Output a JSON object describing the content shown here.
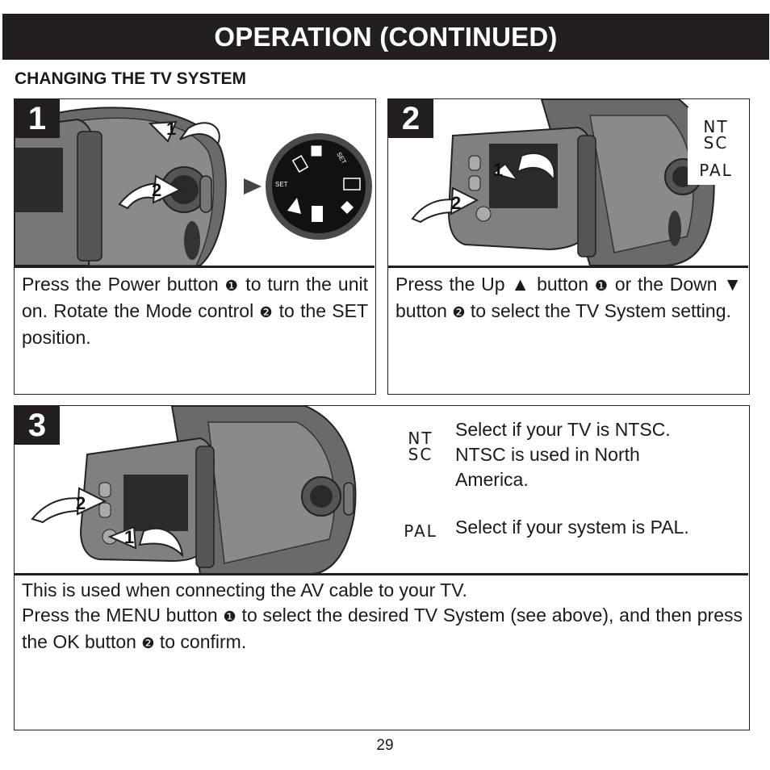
{
  "header": {
    "title": "OPERATION (CONTINUED)"
  },
  "section": {
    "title": "CHANGING THE TV SYSTEM"
  },
  "steps": [
    {
      "number": "1",
      "text_a": "Press the Power button ",
      "marker1": "❶",
      "text_b": " to turn the unit on. Rotate the Mode control ",
      "marker2": "❷",
      "text_c": " to the SET position.",
      "callout1": "1",
      "callout2": "2",
      "dial_label_left": "SET",
      "dial_label_right": "SET"
    },
    {
      "number": "2",
      "text_a": "Press the Up ▲ button ",
      "marker1": "❶",
      "text_b": " or the Down ▼ button ",
      "marker2": "❷",
      "text_c": " to select the TV System setting.",
      "callout1": "1",
      "callout2": "2",
      "icon_ntsc_line1": "NT",
      "icon_ntsc_line2": "SC",
      "icon_pal": "PAL"
    },
    {
      "number": "3",
      "callout1": "1",
      "callout2": "2",
      "options": [
        {
          "icon_line1": "NT",
          "icon_line2": "SC",
          "text": "Select if your TV is NTSC. NTSC is used in North America."
        },
        {
          "icon": "PAL",
          "text": "Select if your system is PAL."
        }
      ]
    }
  ],
  "footer_text": {
    "line1": "This is used when connecting the AV cable to your TV.",
    "text_a": "Press the MENU button ",
    "marker1": "❶",
    "text_b": " to select the desired TV System (see above), and then press the OK button ",
    "marker2": "❷",
    "text_c": " to confirm."
  },
  "page_number": "29"
}
